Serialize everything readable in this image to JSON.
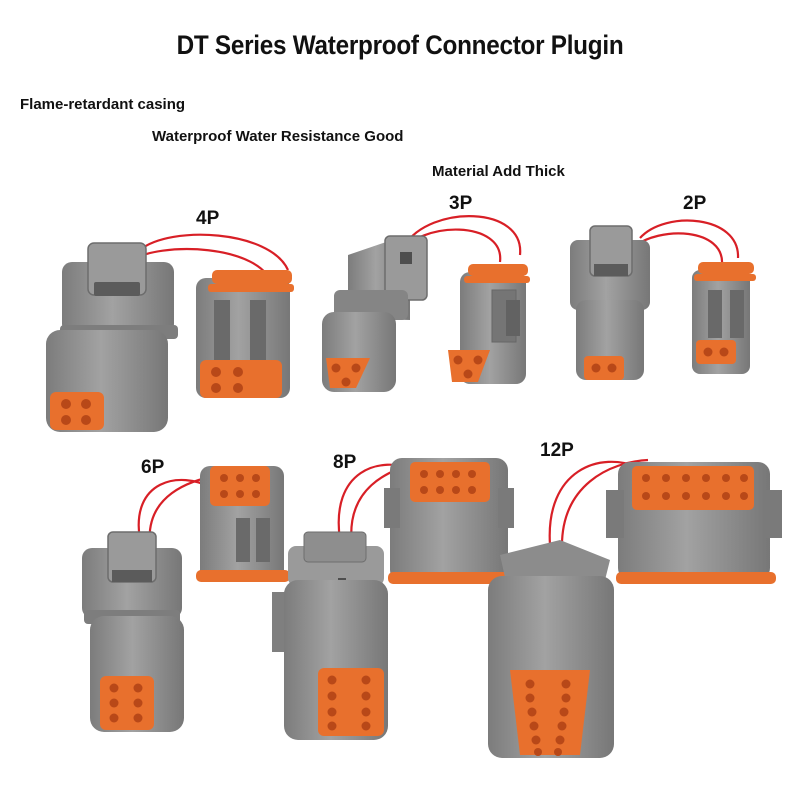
{
  "title": "DT Series Waterproof Connector Plugin",
  "features": [
    "Flame-retardant casing",
    "Waterproof Water Resistance Good",
    "Material Add Thick"
  ],
  "connectors": [
    {
      "label": "4P"
    },
    {
      "label": "3P"
    },
    {
      "label": "2P"
    },
    {
      "label": "6P"
    },
    {
      "label": "8P"
    },
    {
      "label": "12P"
    }
  ],
  "colors": {
    "housing": "#8e8e8e",
    "housing_dark": "#6f6f6f",
    "housing_light": "#a9a9a9",
    "seal": "#e8702d",
    "wire": "#d81f26"
  }
}
